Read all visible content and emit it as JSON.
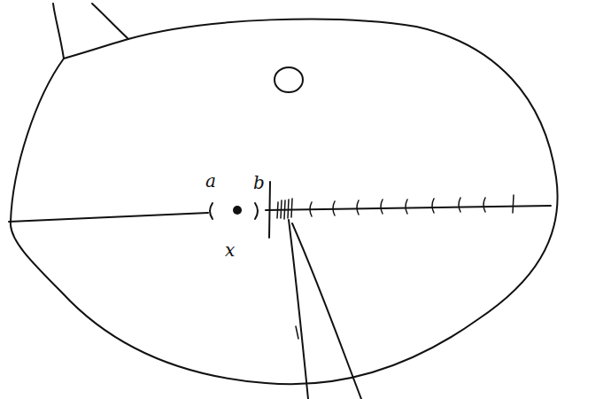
{
  "diagram": {
    "labels": [
      "a",
      "b",
      "x"
    ]
  }
}
